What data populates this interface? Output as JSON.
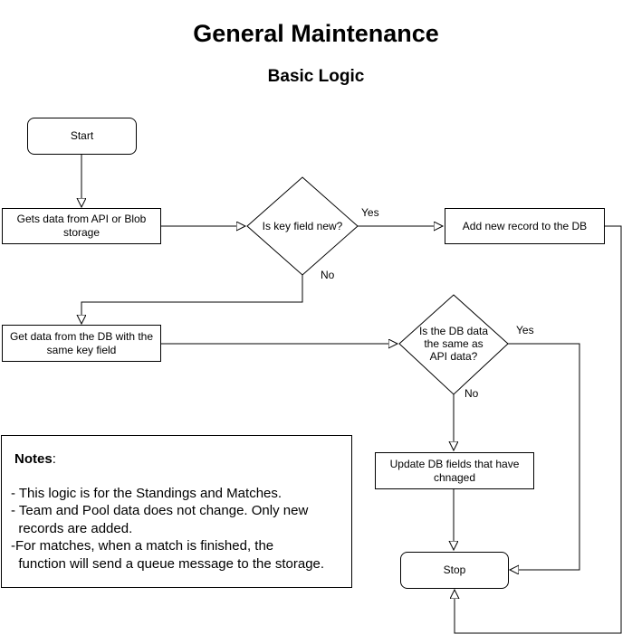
{
  "title": "General Maintenance",
  "subtitle": "Basic Logic",
  "nodes": {
    "start": "Start",
    "get_data": "Gets data from API or Blob storage",
    "is_key_new": "Is key field new?",
    "add_record": "Add new record to the DB",
    "get_db_data": "Get data from the DB with the same key field",
    "same_data": "Is the DB data the same as API data?",
    "update_fields": "Update DB fields that have chnaged",
    "stop": "Stop"
  },
  "edges": {
    "key_yes": "Yes",
    "key_no": "No",
    "same_yes": "Yes",
    "same_no": "No"
  },
  "notes": {
    "heading": "Notes",
    "colon": ":",
    "lines": [
      "- This logic is for the Standings and Matches.",
      "- Team and Pool data does not change. Only new\n  records are added.",
      "-For matches, when a match is finished, the\n  function will send a queue message to the storage."
    ]
  }
}
